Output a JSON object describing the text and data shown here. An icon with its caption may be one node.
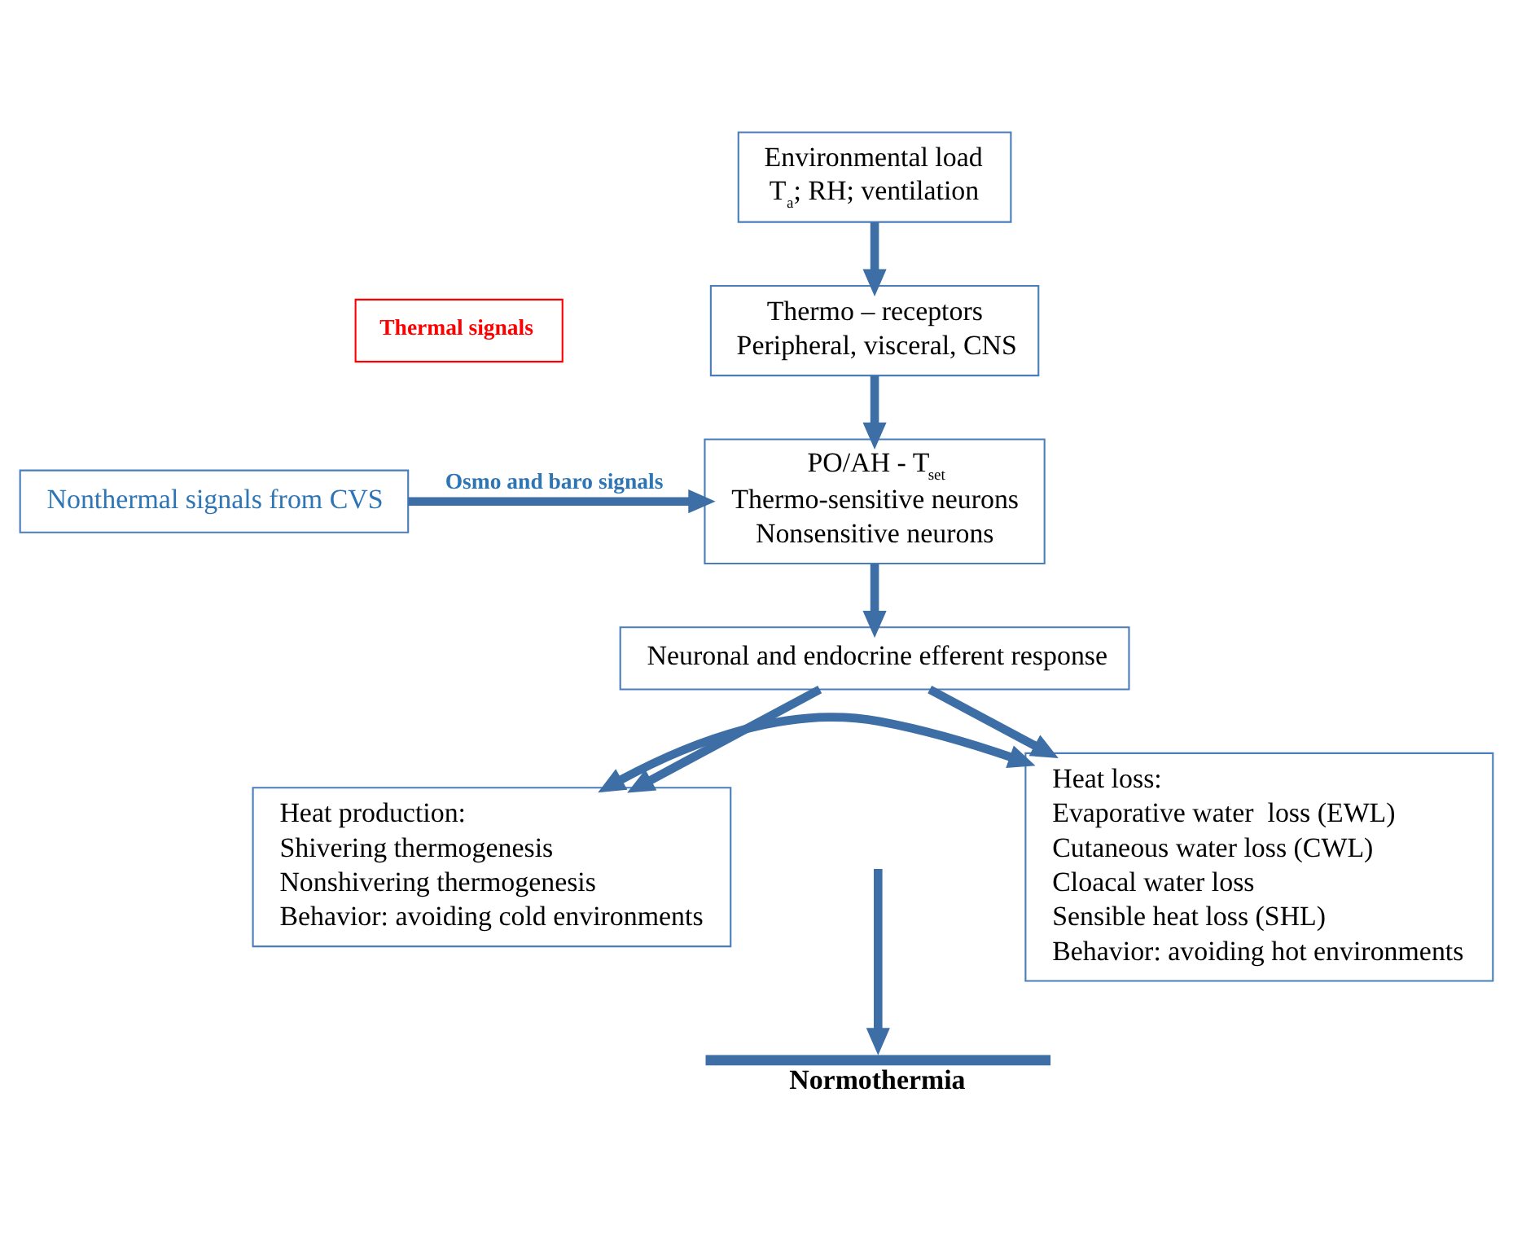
{
  "diagram": {
    "nodes": [
      {
        "text": [
          "Environmental load",
          "T$_{a}$; RH; ventilation"
        ]
      },
      {
        "text": [
          "Thermo – receptors",
          "Peripheral, visceral, CNS"
        ]
      },
      {
        "text": [
          "PO/AH - T$_{set}$",
          "Thermo-sensitive neurons",
          "Nonsensitive neurons"
        ]
      },
      {
        "text": [
          "Nonthermal signals from CVS"
        ]
      },
      {
        "text": [
          "Neuronal and endocrine efferent response"
        ]
      },
      {
        "text": [
          "Heat production:",
          "Shivering thermogenesis",
          "Nonshivering thermogenesis",
          "Behavior: avoiding cold environments"
        ]
      },
      {
        "text": [
          "Heat loss:",
          "Evaporative water  loss (EWL)",
          "Cutaneous water loss (CWL)",
          "Cloacal water loss",
          "Sensible heat loss (SHL)",
          "Behavior: avoiding hot environments"
        ]
      },
      {
        "text": [
          "Normothermia"
        ]
      }
    ],
    "edges": [
      {
        "from": 0,
        "to": 1,
        "arrow": "to"
      },
      {
        "from": 1,
        "to": 2,
        "arrow": "to"
      },
      {
        "from": 3,
        "to": 2,
        "arrow": "to",
        "label": "Osmo and baro signals"
      },
      {
        "from": 2,
        "to": 4,
        "arrow": "to"
      },
      {
        "from": 4,
        "to": 5,
        "arrow": "to"
      },
      {
        "from": 4,
        "to": 6,
        "arrow": "to"
      },
      {
        "from": 5,
        "to": 6,
        "arrow": "both"
      },
      {
        "from": null,
        "to": 7,
        "arrow": "to"
      }
    ],
    "labels": [
      "Thermal signals"
    ]
  }
}
